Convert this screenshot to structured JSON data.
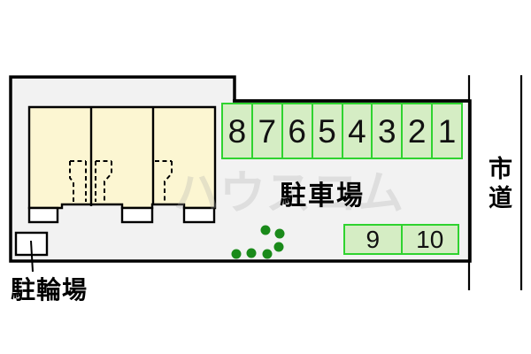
{
  "diagram": {
    "type": "site-plan",
    "parking_lot_label": "駐車場",
    "bicycle_parking_label": "駐輪場",
    "road_label": "市道",
    "watermark_text": "ハウスコム"
  },
  "parking": {
    "top_row": {
      "stalls": [
        "8",
        "7",
        "6",
        "5",
        "4",
        "3",
        "2",
        "1"
      ]
    },
    "bottom_row": {
      "stalls": [
        "9",
        "10"
      ]
    }
  },
  "building": {
    "unit_count": "3"
  },
  "landscape": {
    "shrub_count": "6"
  },
  "colors": {
    "site_fill": "#f2f2f2",
    "building_fill": "#fcf6d2",
    "stall_fill": "#d5edc4",
    "stall_border": "#2fd32f",
    "shrub_green": "#1a8a1a",
    "line_black": "#000000",
    "porch_white": "#ffffff",
    "watermark_gray": "#c9c9c9"
  }
}
